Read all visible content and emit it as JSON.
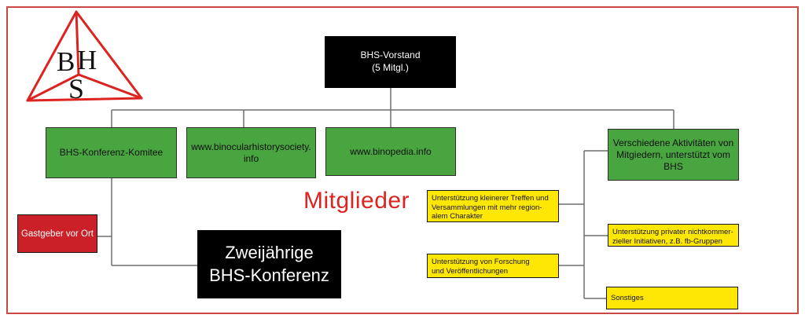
{
  "logo": {
    "letter_b": "B",
    "letter_h": "H",
    "letter_s": "S"
  },
  "labels": {
    "mitglieder": "Mitglieder"
  },
  "nodes": {
    "vorstand": {
      "text": "BHS-Vorstand\n(5 Mitgl.)"
    },
    "komitee": {
      "text": "BHS-Konferenz-Komitee"
    },
    "binocular": {
      "text": "www.binocularhistorysociety.\ninfo"
    },
    "binopedia": {
      "text": "www.binopedia.info"
    },
    "aktivitaeten": {
      "text": "Verschiedene Aktivitäten von\nMitgiedern, unterstützt vom\nBHS"
    },
    "gastgeber": {
      "text": "Gastgeber vor Ort"
    },
    "konferenz": {
      "text": "Zweijährige\nBHS-Konferenz"
    },
    "treffen": {
      "text": "Unterstützung kleinerer Treffen und\nVersammlungen mit mehr region-\nalem Charakter"
    },
    "forschung": {
      "text": "Unterstützung von Forschung\nund Veröffentlichungen"
    },
    "initiativen": {
      "text": "Unterstützung privater nichtkommer-\nzieller Initiativen, z.B. fb-Gruppen"
    },
    "sonstiges": {
      "text": "Sonstiges"
    }
  },
  "colors": {
    "green": "#48a53f",
    "yellow": "#ffe705",
    "red-box": "#cb2027",
    "red-accent": "#dd2320",
    "frame-red": "#c94846",
    "line-gray": "#6f6f6f",
    "node-black": "#000000"
  }
}
